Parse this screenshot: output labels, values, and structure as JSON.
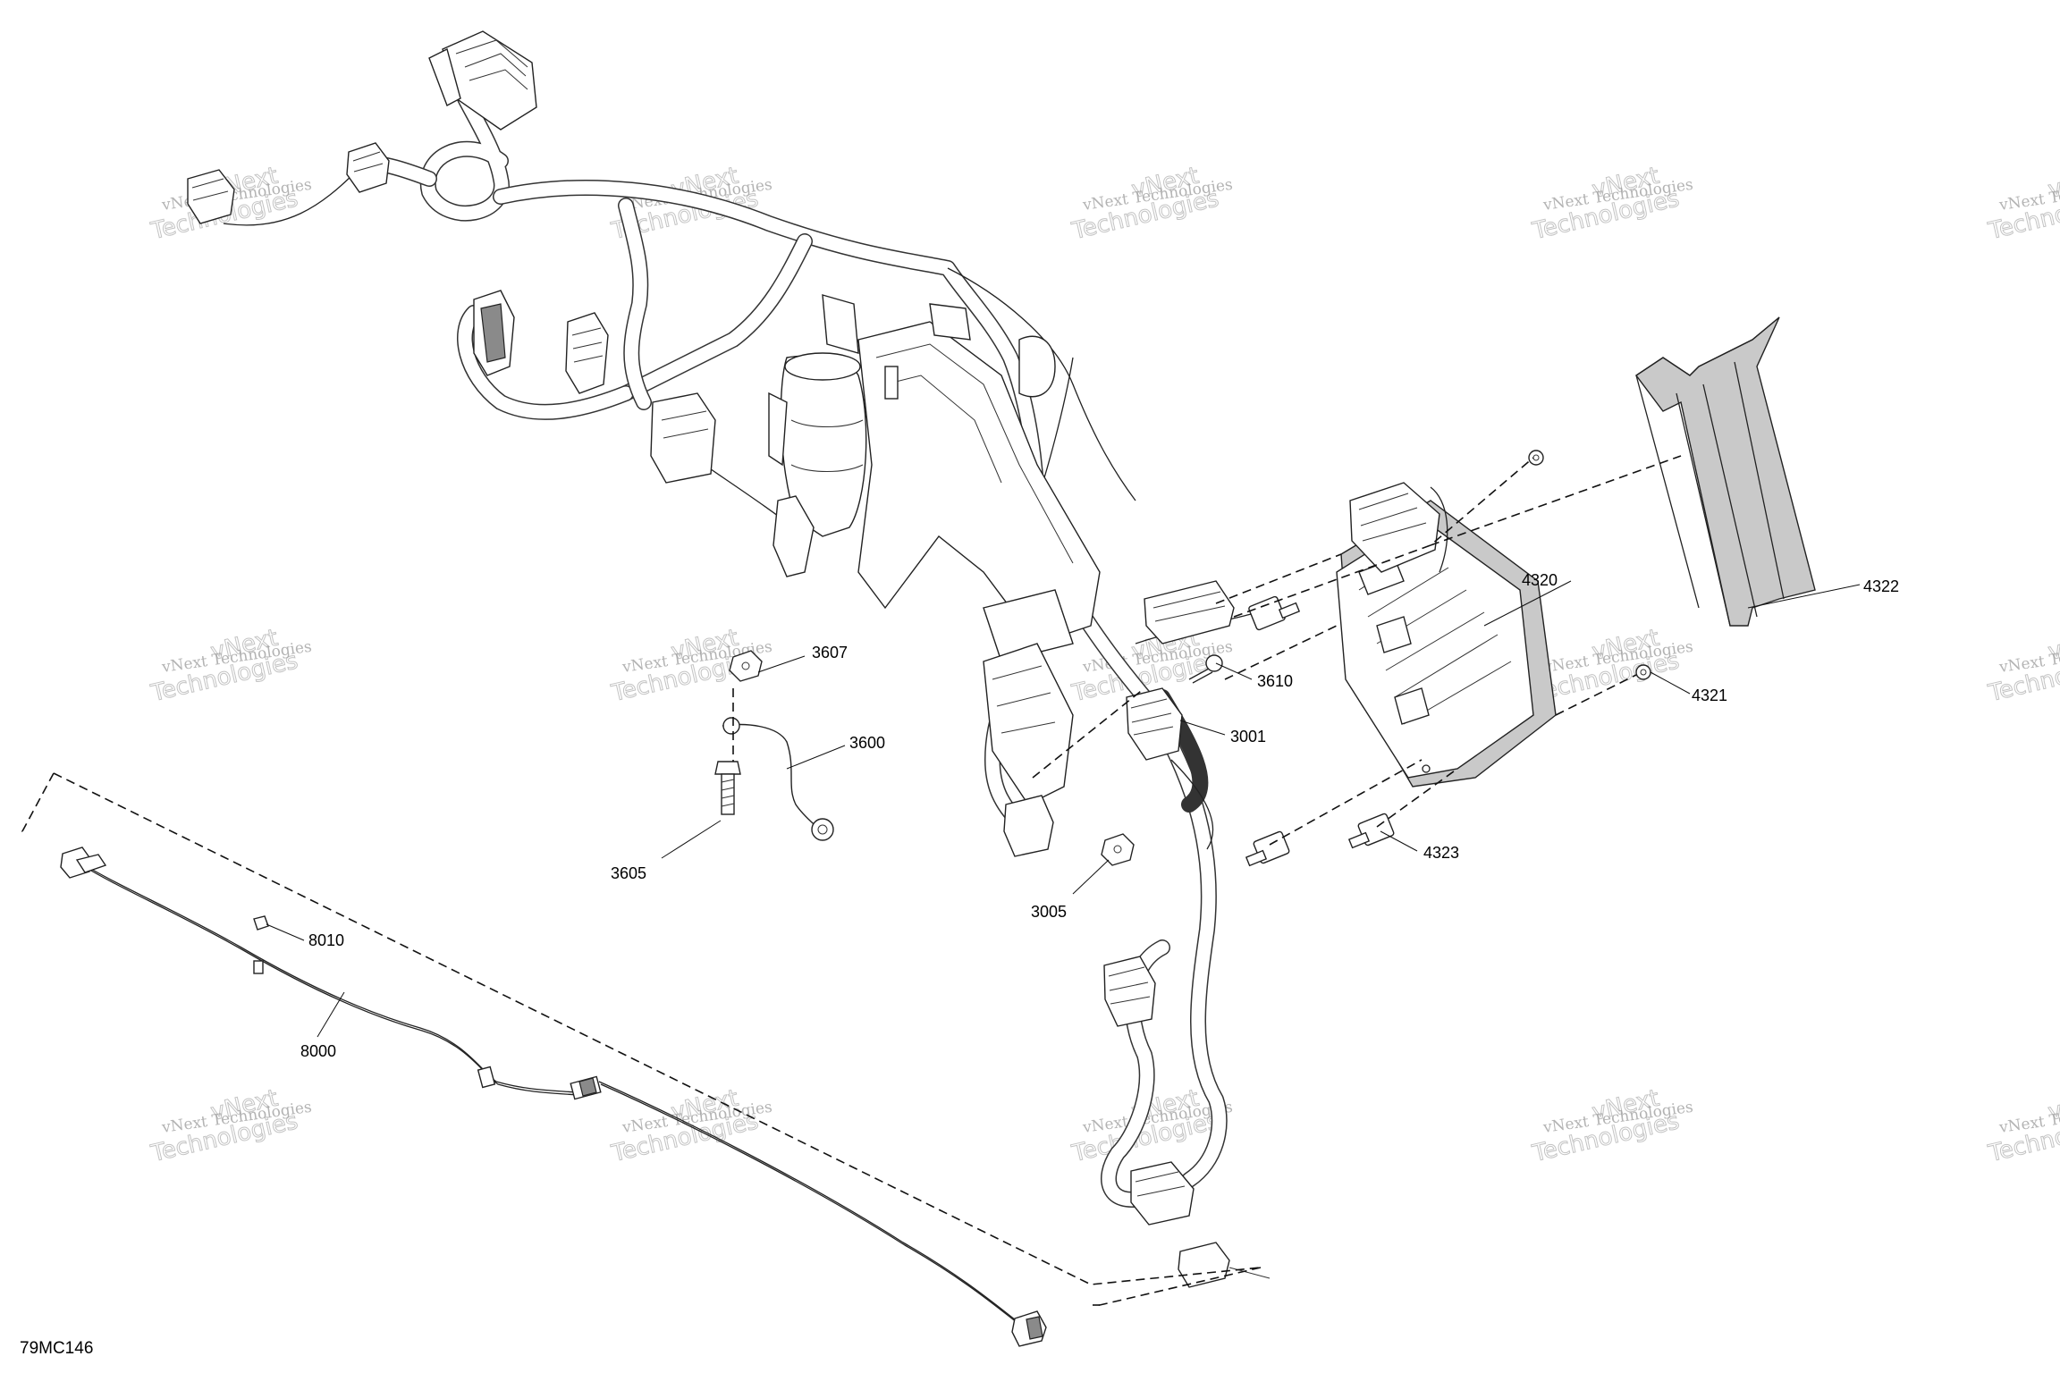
{
  "diagram_code": "79MC146",
  "watermark": {
    "line1": "vNext Technologies",
    "line2": "vNext",
    "line3": "Technologies"
  },
  "part_labels": [
    {
      "id": "p4322",
      "text": "4322"
    },
    {
      "id": "p4320",
      "text": "4320"
    },
    {
      "id": "p3607",
      "text": "3607"
    },
    {
      "id": "p3610",
      "text": "3610"
    },
    {
      "id": "p4321",
      "text": "4321"
    },
    {
      "id": "p3001",
      "text": "3001"
    },
    {
      "id": "p3600",
      "text": "3600"
    },
    {
      "id": "p4323",
      "text": "4323"
    },
    {
      "id": "p3605",
      "text": "3605"
    },
    {
      "id": "p3005",
      "text": "3005"
    },
    {
      "id": "p8010",
      "text": "8010"
    },
    {
      "id": "p8000",
      "text": "8000"
    }
  ]
}
